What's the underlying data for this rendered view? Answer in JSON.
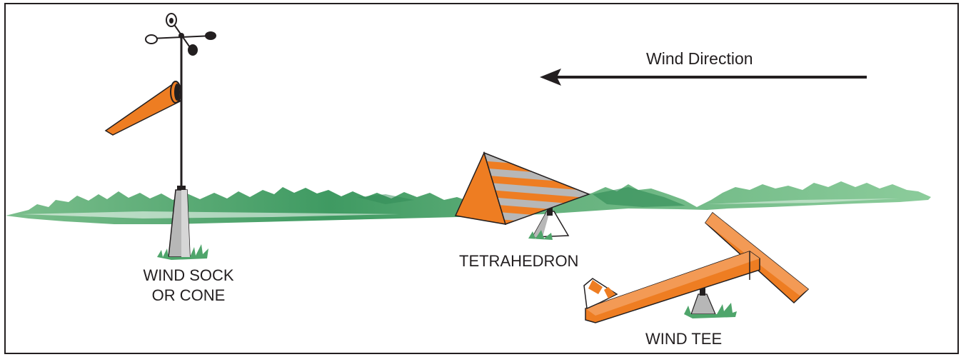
{
  "labels": {
    "wind_direction": "Wind Direction",
    "wind_sock_line1": "WIND SOCK",
    "wind_sock_line2": "OR CONE",
    "tetrahedron": "TETRAHEDRON",
    "wind_tee": "WIND TEE"
  },
  "colors": {
    "indicator_orange": "#ee7d22",
    "ground_green": "#4fa56b",
    "base_gray": "#b7b7b7",
    "outline": "#231f20"
  },
  "icons": [
    "wind-direction-arrow-icon",
    "anemometer-icon",
    "wind-sock-icon",
    "tetrahedron-icon",
    "wind-tee-icon"
  ]
}
